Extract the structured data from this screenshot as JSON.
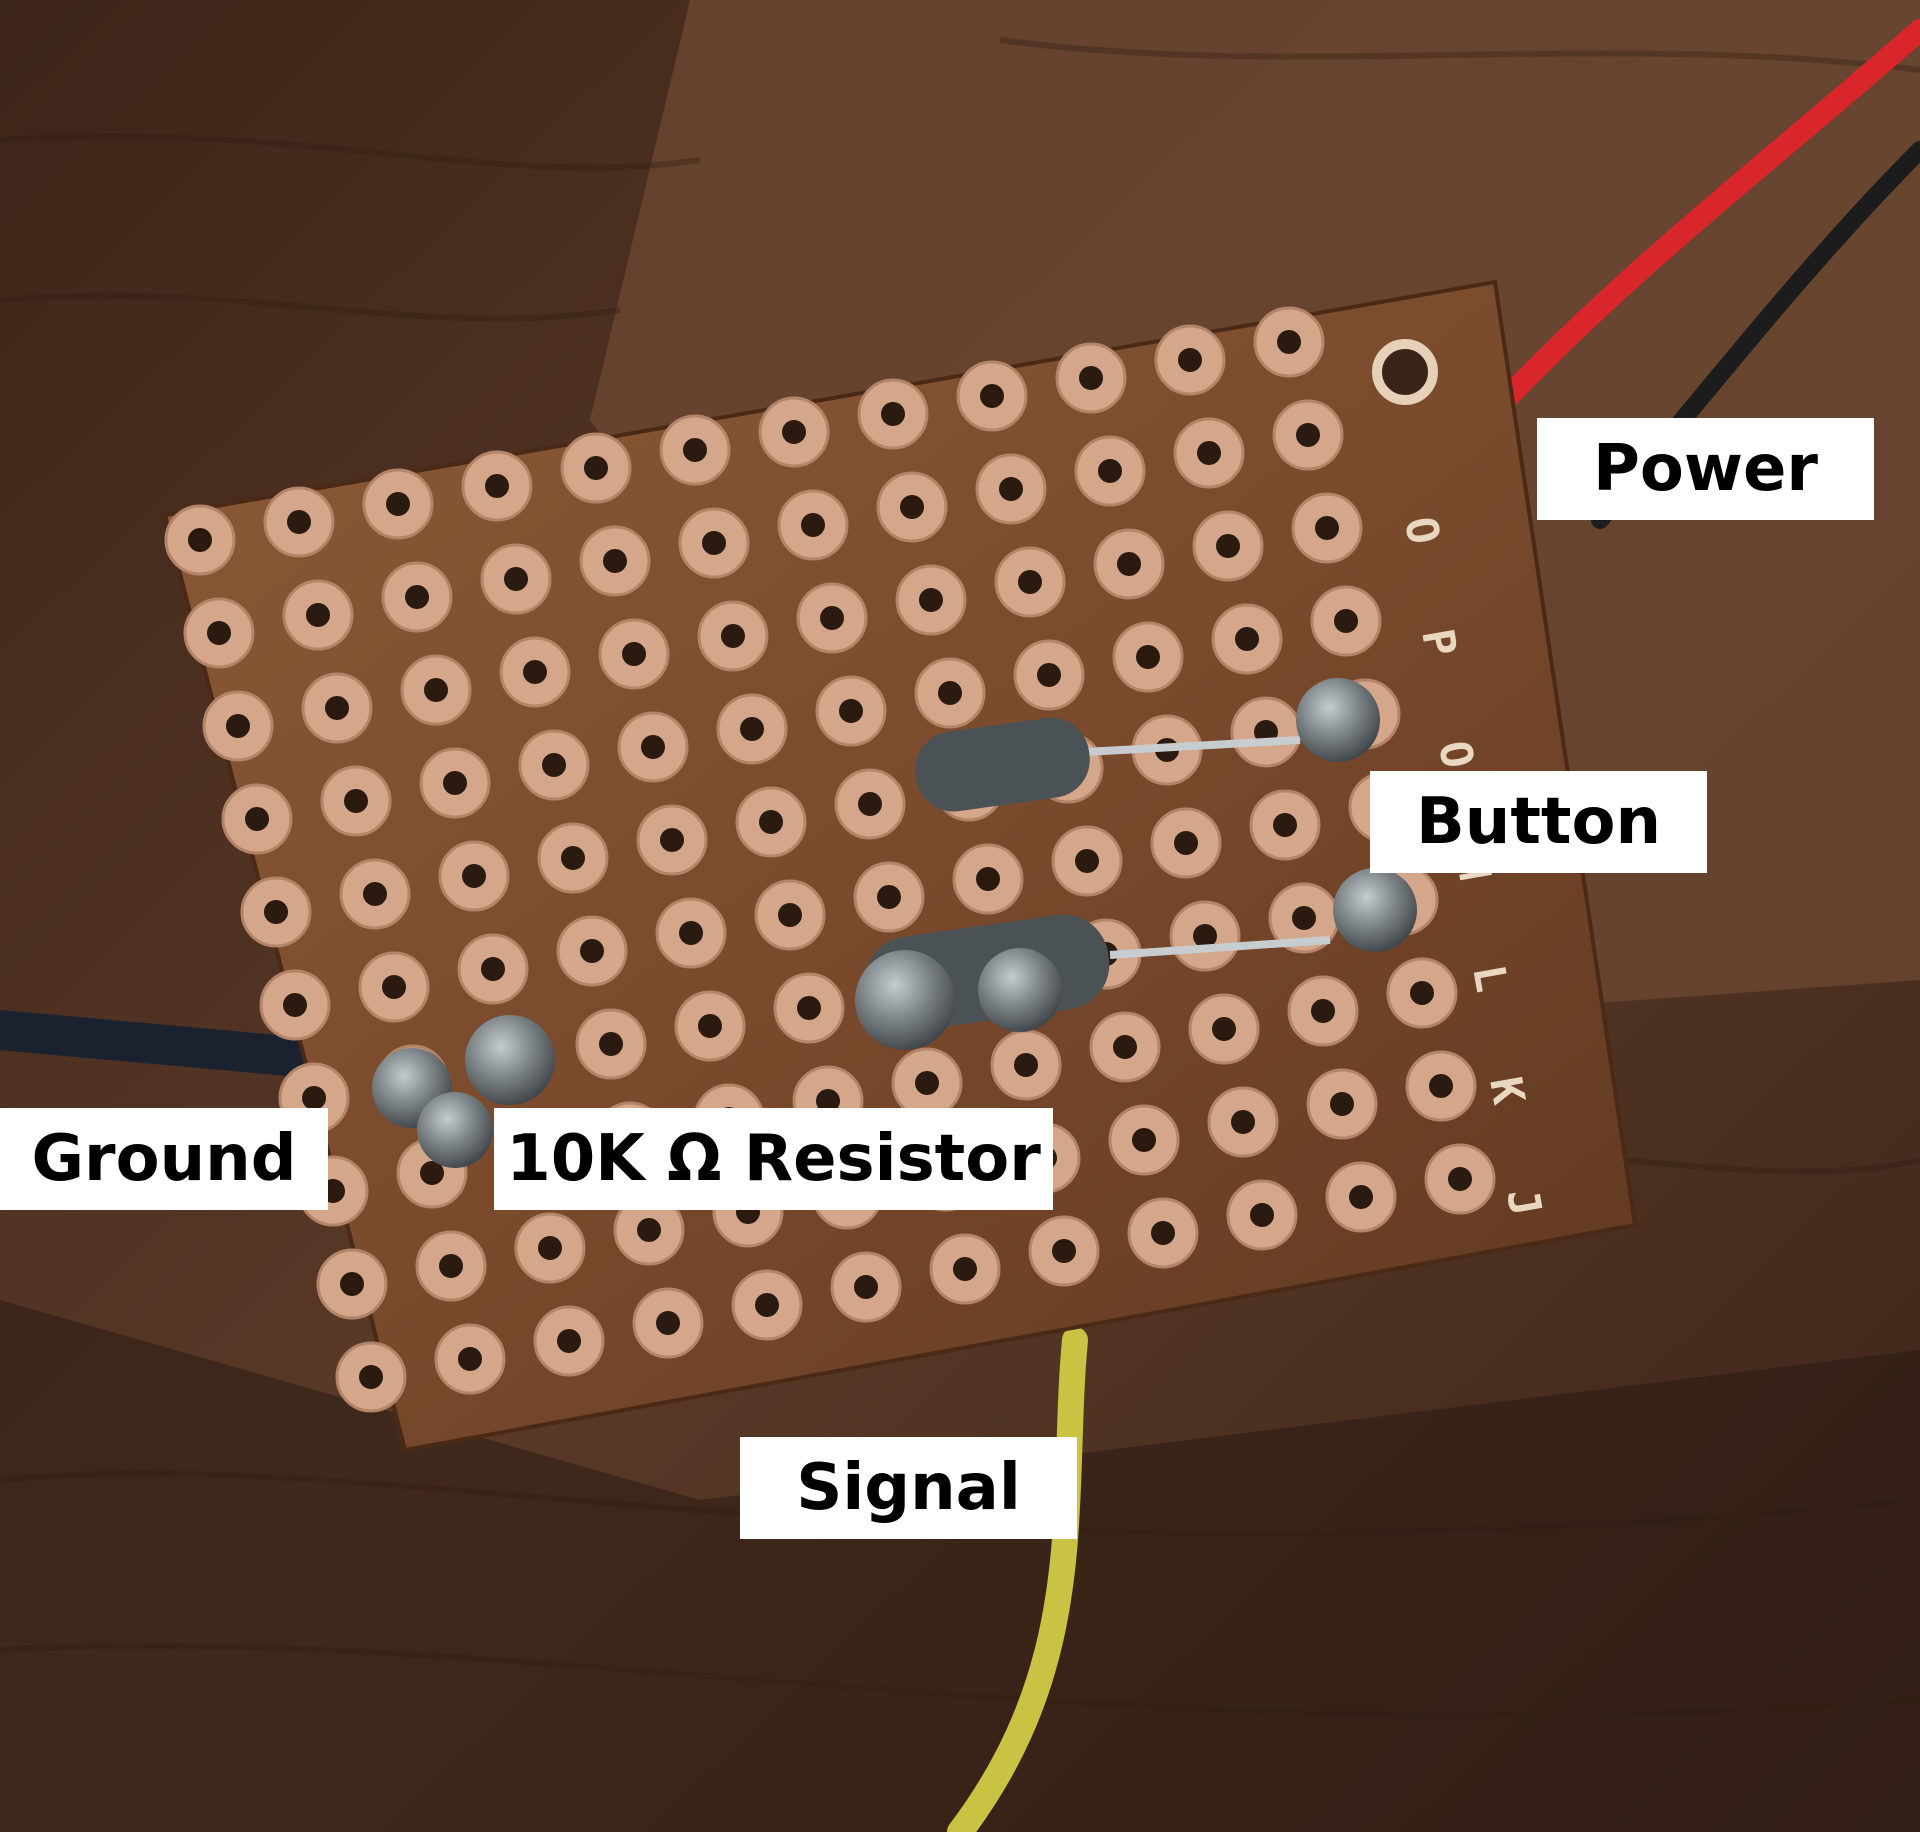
{
  "labels": {
    "power": "Power",
    "button": "Button",
    "ground": "Ground",
    "resistor": "10K Ω Resistor",
    "signal": "Signal"
  },
  "board_silkscreen": [
    "O",
    "P",
    "O",
    "M",
    "L",
    "K",
    "J"
  ],
  "colors": {
    "wood": "#4a2e1f",
    "wood_light": "#7a5237",
    "board": "#7a4a2c",
    "copper": "#d4a78a",
    "solder": "#7d8488",
    "wire_power": "#d8262a",
    "wire_ground": "#1a2230",
    "wire_signal": "#c9c243"
  }
}
